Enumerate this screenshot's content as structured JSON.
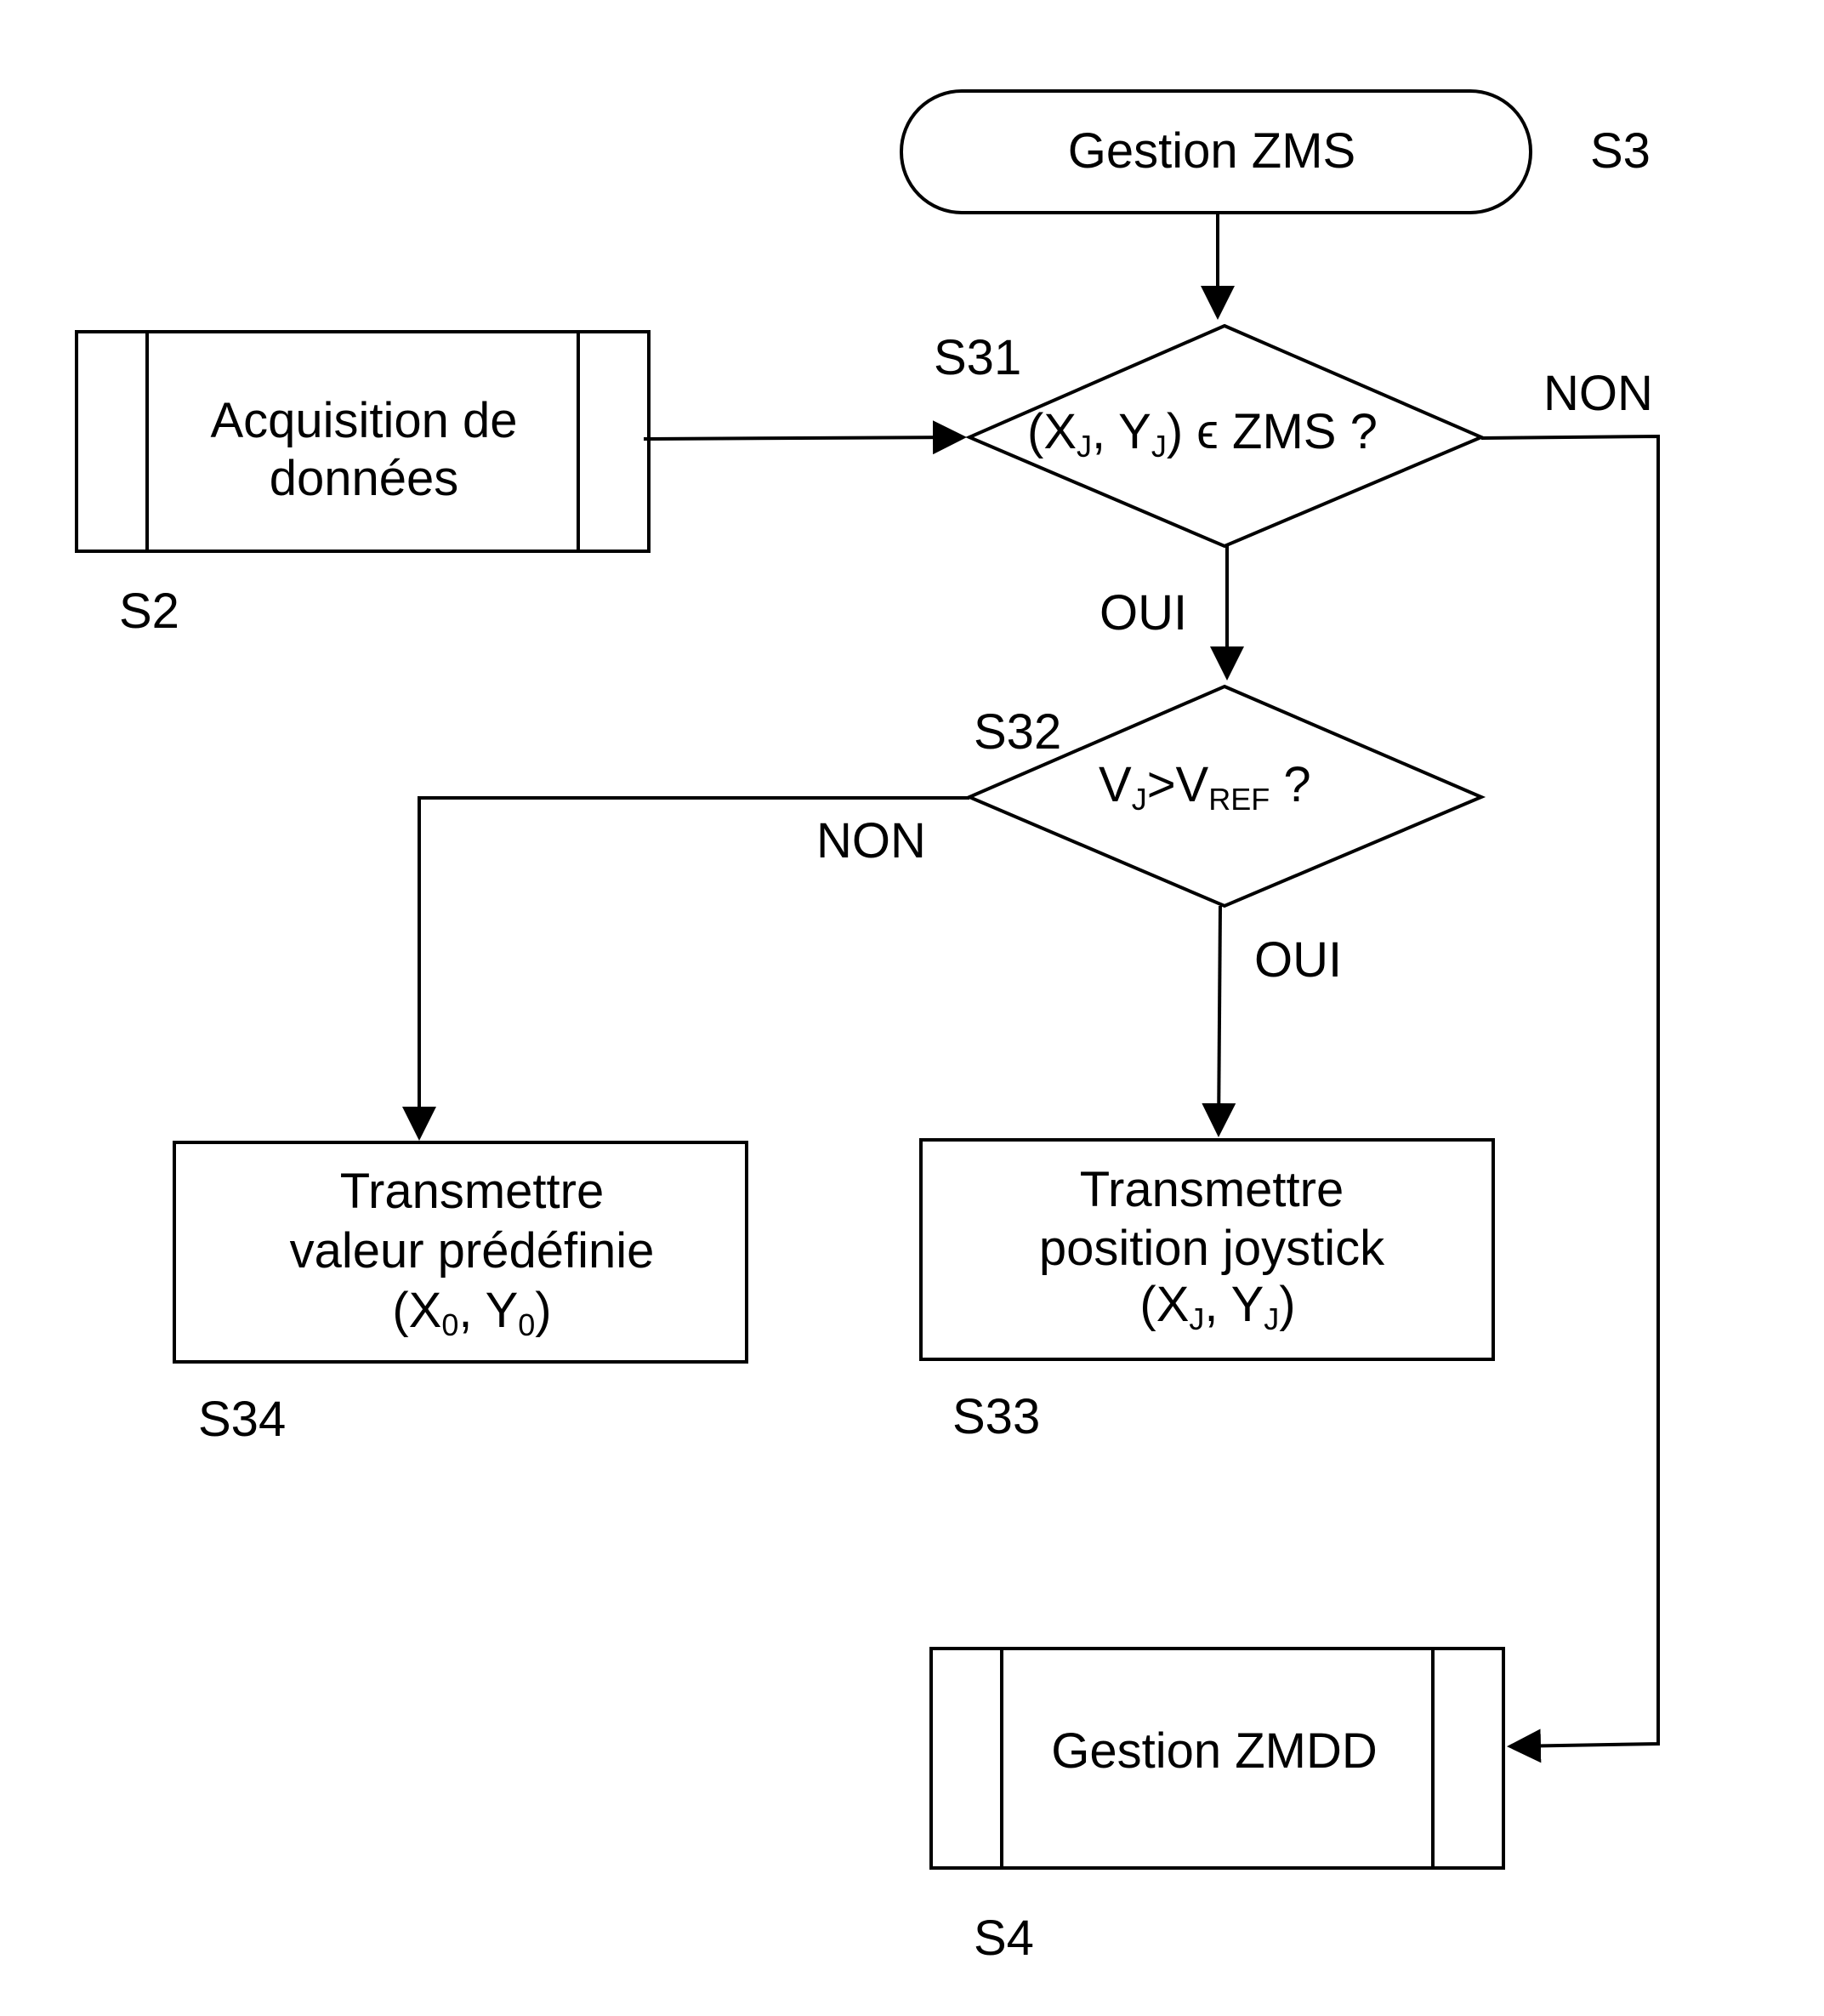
{
  "start": {
    "label": "Gestion ZMS",
    "ref": "S3"
  },
  "acquisition": {
    "line1": "Acquisition de",
    "line2": "données",
    "ref": "S2"
  },
  "decision1": {
    "ref": "S31",
    "open": "(X",
    "j1": "J",
    "comma": ", Y",
    "j2": "J",
    "rest": ") ϵ ZMS ?",
    "yes": "OUI",
    "no": "NON"
  },
  "decision2": {
    "ref": "S32",
    "v1": "V",
    "j": "J",
    "gt": ">V",
    "refsub": "REF",
    "q": " ?",
    "yes": "OUI",
    "no": "NON"
  },
  "predefined": {
    "line1": "Transmettre",
    "line2": "valeur prédéfinie",
    "open": "(X",
    "sub1": "0",
    "comma": ", Y",
    "sub2": "0",
    "close": ")",
    "ref": "S34"
  },
  "joystick": {
    "line1": "Transmettre",
    "line2": "position joystick",
    "open": "(X",
    "sub1": "J",
    "comma": ", Y",
    "sub2": "J",
    "close": ")",
    "ref": "S33"
  },
  "zmdd": {
    "label": "Gestion ZMDD",
    "ref": "S4"
  }
}
